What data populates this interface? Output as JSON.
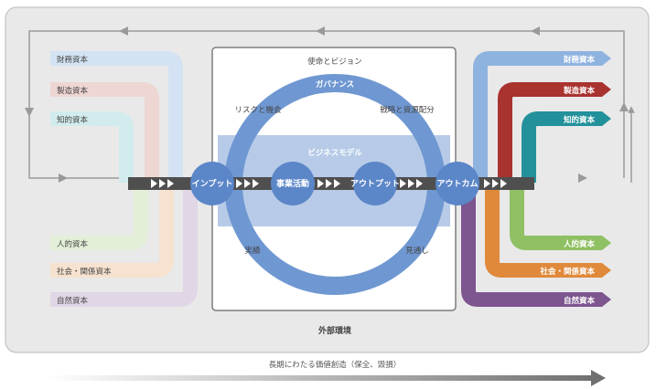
{
  "colors": {
    "financial": "#7aa7d9",
    "manufactured": "#a8332f",
    "intellectual": "#1f8e99",
    "human": "#8fc063",
    "social": "#e0893a",
    "natural": "#7d558f",
    "blue": "#5b86c8",
    "frame": "#e8e8e8"
  },
  "inputs": {
    "top": [
      "財務資本",
      "製造資本",
      "知的資本"
    ],
    "bottom": [
      "人的資本",
      "社会・関係資本",
      "自然資本"
    ]
  },
  "outputs": {
    "top": [
      "財務資本",
      "製造資本",
      "知的資本"
    ],
    "bottom": [
      "人的資本",
      "社会・関係資本",
      "自然資本"
    ]
  },
  "center": {
    "mission": "使命とビジョン",
    "governance": "ガバナンス",
    "risk": "リスクと機会",
    "strategy": "戦略と資源配分",
    "business_model": "ビジネスモデル",
    "performance": "実績",
    "outlook": "見通し"
  },
  "flow": {
    "input": "インプット",
    "activity": "事業活動",
    "output": "アウトプット",
    "outcome": "アウトカム"
  },
  "environment": "外部環境",
  "timeline": "長期にわたる価値創造（保全、毀損）"
}
